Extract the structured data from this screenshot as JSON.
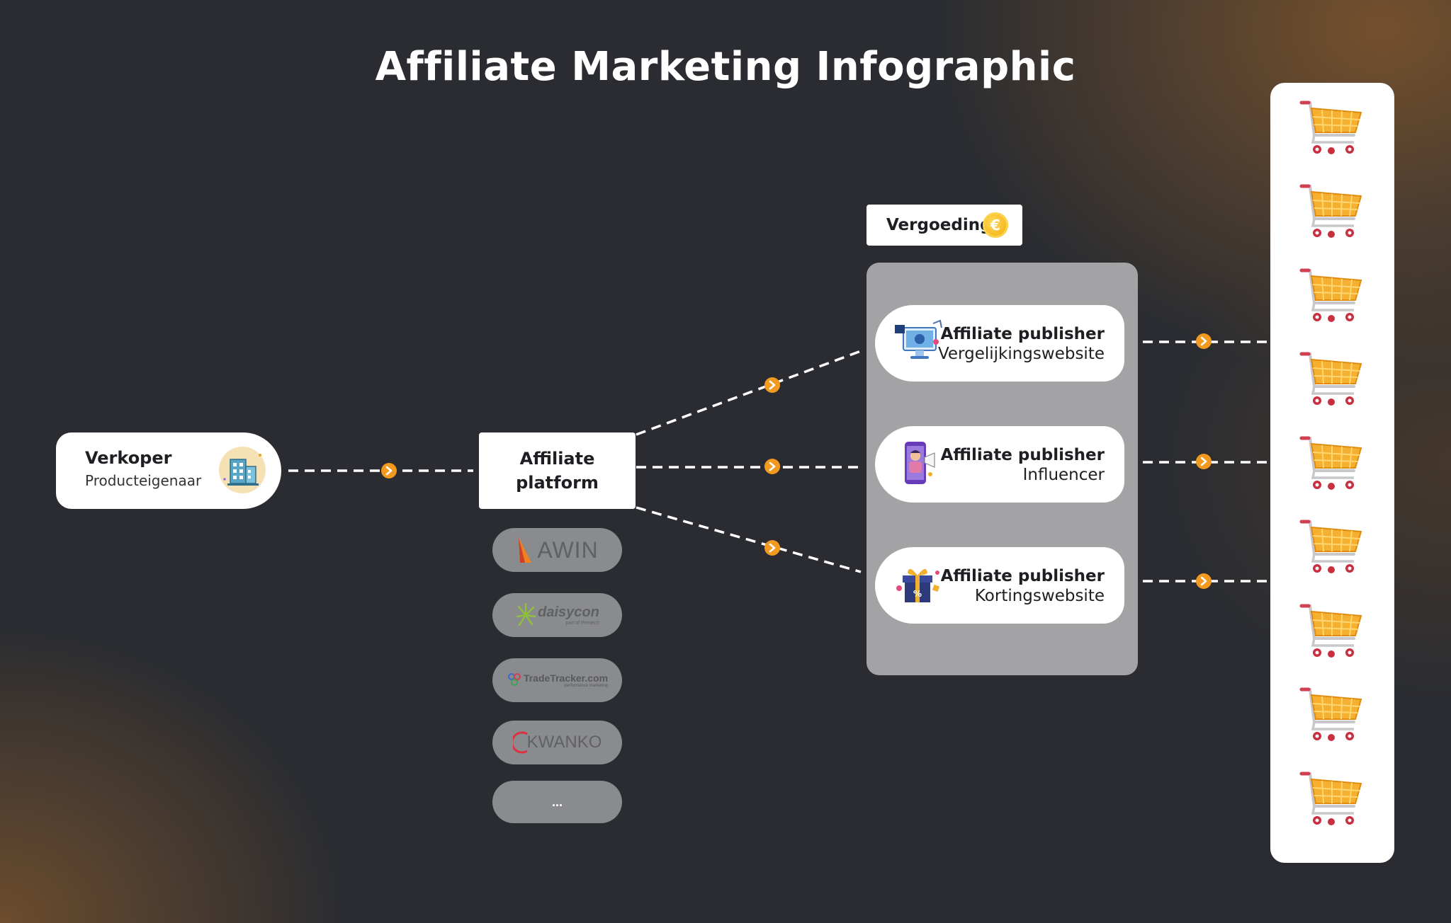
{
  "title": "Affiliate Marketing Infographic",
  "seller": {
    "name": "Verkoper",
    "role": "Producteigenaar",
    "icon": "building-icon"
  },
  "platform": {
    "line1": "Affiliate",
    "line2": "platform"
  },
  "networks": [
    {
      "label": "AWIN",
      "icon": "awin-logo"
    },
    {
      "label": "daisycon",
      "sublabel": "part of Pentech",
      "icon": "daisycon-logo"
    },
    {
      "label": "TradeTracker.com",
      "sublabel": "performance marketing",
      "icon": "tradetracker-logo"
    },
    {
      "label": "KWANKO",
      "icon": "kwanko-logo"
    },
    {
      "label": "..."
    }
  ],
  "compensation": {
    "label": "Vergoeding",
    "icon": "euro-coin-icon",
    "symbol": "€"
  },
  "publishers": [
    {
      "title": "Affiliate publisher",
      "type": "Vergelijkingswebsite",
      "icon": "comparison-website-icon"
    },
    {
      "title": "Affiliate publisher",
      "type": "Influencer",
      "icon": "influencer-icon"
    },
    {
      "title": "Affiliate publisher",
      "type": "Kortingswebsite",
      "icon": "discount-gift-icon"
    }
  ],
  "customers": {
    "icon": "shopping-cart-icon",
    "count": 9
  },
  "colors": {
    "background": "#2a2c31",
    "accent": "#f29a1f",
    "panel": "#a3a3a5",
    "card": "#ffffff"
  }
}
